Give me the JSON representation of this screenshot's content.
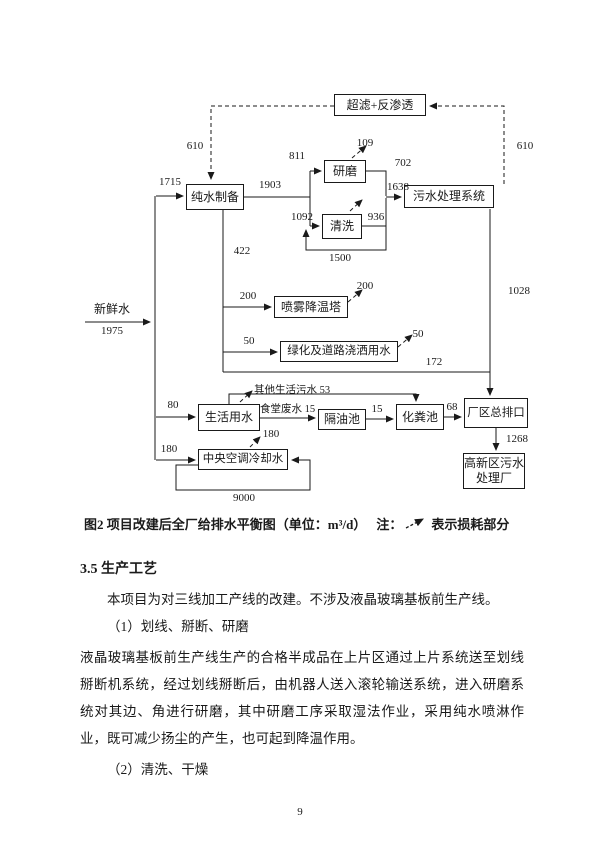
{
  "page": {
    "number": "9"
  },
  "diagram": {
    "boxes": {
      "uf_ro": "超滤+反渗透",
      "pure_water": "纯水制备",
      "grinding": "研磨",
      "cleaning": "清洗",
      "sewage_system": "污水处理系统",
      "spray_tower": "喷雾降温塔",
      "greening": "绿化及道路浇洒用水",
      "domestic_water": "生活用水",
      "oil_separator": "隔油池",
      "septic_tank": "化粪池",
      "main_outlet": "厂区总排口",
      "ac_cooling": "中央空调冷却水",
      "hitech_plant": "高新区污水处理厂"
    },
    "flows": {
      "fresh_water_label": "新鲜水",
      "fresh_water_value": "1975",
      "recycle_left": "610",
      "recycle_right": "610",
      "to_pure_water": "1715",
      "pure_out": "1903",
      "to_grinding": "811",
      "grinding_loss": "109",
      "grinding_out": "702",
      "to_sewage": "1638",
      "to_cleaning": "1092",
      "cleaning_out": "936",
      "cleaning_recycle": "1500",
      "pure_down": "422",
      "to_spray": "200",
      "spray_loss": "200",
      "to_greening": "50",
      "greening_loss": "50",
      "sewage_out": "1028",
      "to_outlet_direct": "172",
      "other_domestic": "其他生活污水 53",
      "canteen": "食堂废水 15",
      "oil_out": "15",
      "septic_out": "68",
      "outlet_out": "1268",
      "to_domestic": "80",
      "to_ac": "180",
      "ac_loss": "180",
      "ac_circulation": "9000"
    }
  },
  "caption": {
    "title": "图2 项目改建后全厂给排水平衡图（单位：m³/d）",
    "note_prefix": "注：",
    "note_suffix": "表示损耗部分"
  },
  "content": {
    "heading": "3.5 生产工艺",
    "p1": "本项目为对三线加工产线的改建。不涉及液晶玻璃基板前生产线。",
    "p2": "（1）划线、掰断、研磨",
    "p3": "液晶玻璃基板前生产线生产的合格半成品在上片区通过上片系统送至划线掰断机系统，经过划线掰断后，由机器人送入滚轮输送系统，进入研磨系统对其边、角进行研磨，其中研磨工序采取湿法作业，采用纯水喷淋作业，既可减少扬尘的产生，也可起到降温作用。",
    "p4": "（2）清洗、干燥"
  }
}
